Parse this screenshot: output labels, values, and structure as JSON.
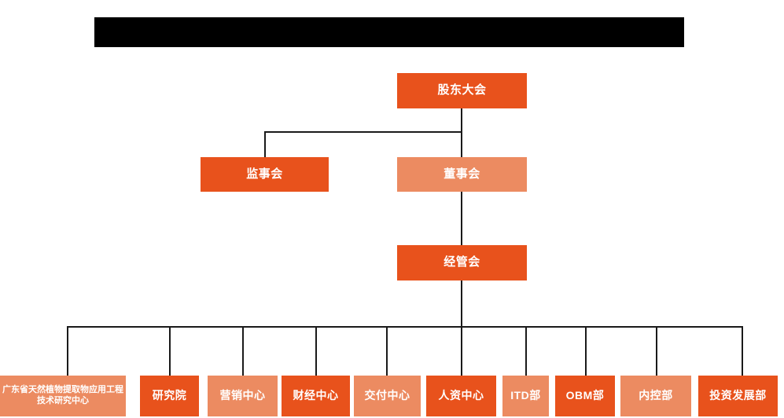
{
  "page": {
    "background_color": "#ffffff",
    "redacted_title_bar": {
      "label": "",
      "color": "#000000"
    }
  },
  "palette": {
    "dark_orange": "#e8521c",
    "light_salmon": "#ec8b61",
    "connector": "#1a1a1a",
    "text": "#ffffff"
  },
  "chart_data": {
    "type": "diagram",
    "diagram_kind": "organization-chart",
    "title": "",
    "orientation": "top-down",
    "levels": [
      {
        "level": 1,
        "nodes": [
          {
            "id": "shareholders",
            "label": "股东大会",
            "tone": "dark"
          }
        ]
      },
      {
        "level": 2,
        "nodes": [
          {
            "id": "supervisors",
            "label": "监事会",
            "tone": "dark"
          },
          {
            "id": "directors",
            "label": "董事会",
            "tone": "light"
          }
        ]
      },
      {
        "level": 3,
        "nodes": [
          {
            "id": "management",
            "label": "经管会",
            "tone": "dark"
          }
        ]
      },
      {
        "level": 4,
        "nodes": [
          {
            "id": "eng-research-center",
            "label": "广东省天然植物提取物应用工程技术研究中心",
            "tone": "light"
          },
          {
            "id": "research-institute",
            "label": "研究院",
            "tone": "dark"
          },
          {
            "id": "marketing-center",
            "label": "营销中心",
            "tone": "light"
          },
          {
            "id": "finance-center",
            "label": "财经中心",
            "tone": "dark"
          },
          {
            "id": "delivery-center",
            "label": "交付中心",
            "tone": "light"
          },
          {
            "id": "hr-center",
            "label": "人资中心",
            "tone": "dark"
          },
          {
            "id": "itd-dept",
            "label": "ITD部",
            "tone": "light"
          },
          {
            "id": "obm-dept",
            "label": "OBM部",
            "tone": "dark"
          },
          {
            "id": "internal-control-dept",
            "label": "内控部",
            "tone": "light"
          },
          {
            "id": "investment-dev-dept",
            "label": "投资发展部",
            "tone": "dark"
          }
        ]
      }
    ],
    "edges": [
      {
        "from": "shareholders",
        "to": "supervisors"
      },
      {
        "from": "shareholders",
        "to": "directors"
      },
      {
        "from": "directors",
        "to": "management"
      },
      {
        "from": "management",
        "to": "eng-research-center"
      },
      {
        "from": "management",
        "to": "research-institute"
      },
      {
        "from": "management",
        "to": "marketing-center"
      },
      {
        "from": "management",
        "to": "finance-center"
      },
      {
        "from": "management",
        "to": "delivery-center"
      },
      {
        "from": "management",
        "to": "hr-center"
      },
      {
        "from": "management",
        "to": "itd-dept"
      },
      {
        "from": "management",
        "to": "obm-dept"
      },
      {
        "from": "management",
        "to": "internal-control-dept"
      },
      {
        "from": "management",
        "to": "investment-dev-dept"
      }
    ]
  }
}
